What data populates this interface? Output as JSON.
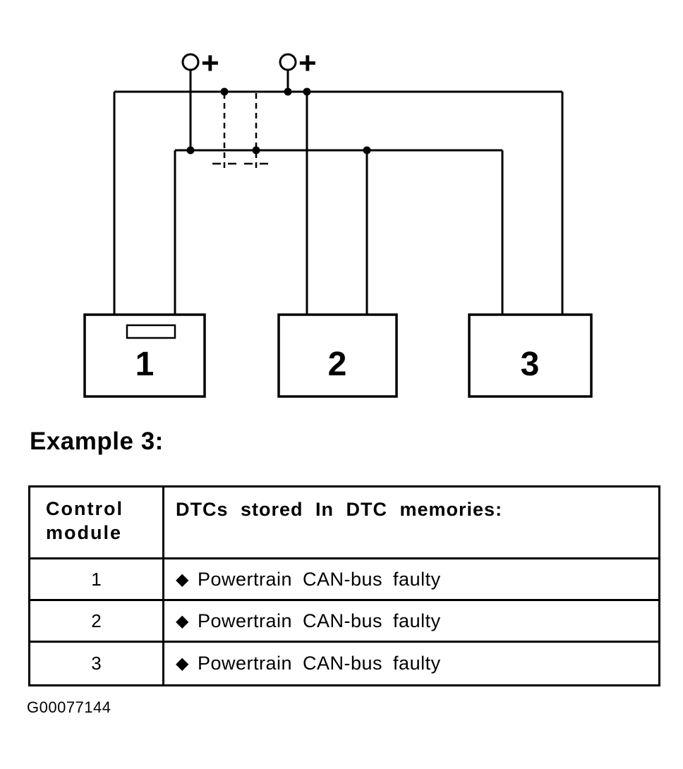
{
  "diagram": {
    "terminal1_plus": "+",
    "terminal2_plus": "+",
    "module1_label": "1",
    "module2_label": "2",
    "module3_label": "3"
  },
  "heading": "Example 3:",
  "table": {
    "col1_header_line1": "Control",
    "col1_header_line2": "module",
    "col2_header": "DTCs stored In DTC memories:",
    "rows": [
      {
        "module": "1",
        "bullet": "◆",
        "text": "Powertrain CAN-bus faulty"
      },
      {
        "module": "2",
        "bullet": "◆",
        "text": "Powertrain CAN-bus faulty"
      },
      {
        "module": "3",
        "bullet": "◆",
        "text": "Powertrain CAN-bus faulty"
      }
    ]
  },
  "figure_id": "G00077144"
}
